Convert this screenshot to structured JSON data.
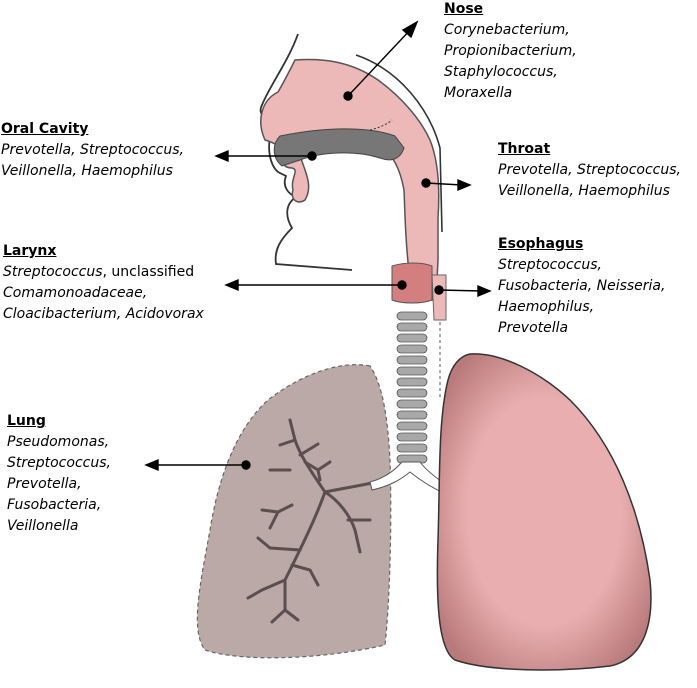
{
  "colors": {
    "upper_airway": "#EDB8B8",
    "outline": "#555555",
    "lung_left": "#BBA9A8",
    "lung_right": "#E9AFB0",
    "larynx": "#D37F80",
    "esophagus_band": "#EDB8B8",
    "trachea_ring": "#A8A8A8",
    "bronchi": "#5A4F4E"
  },
  "regions": {
    "nose": {
      "title": "Nose",
      "lines": [
        [
          {
            "t": "Corynebacterium,",
            "i": true
          }
        ],
        [
          {
            "t": "Propionibacterium,",
            "i": true
          }
        ],
        [
          {
            "t": "Staphylococcus,",
            "i": true
          }
        ],
        [
          {
            "t": "Moraxella",
            "i": true
          }
        ]
      ]
    },
    "oral_cavity": {
      "title": "Oral Cavity",
      "lines": [
        [
          {
            "t": "Prevotella, Streptococcus,",
            "i": true
          }
        ],
        [
          {
            "t": "Veillonella, Haemophilus",
            "i": true
          }
        ]
      ]
    },
    "throat": {
      "title": "Throat",
      "lines": [
        [
          {
            "t": "Prevotella, Streptococcus,",
            "i": true
          }
        ],
        [
          {
            "t": "Veillonella, Haemophilus",
            "i": true
          }
        ]
      ]
    },
    "larynx": {
      "title": "Larynx",
      "lines": [
        [
          {
            "t": "Streptococcus",
            "i": true
          },
          {
            "t": ", unclassified",
            "i": false
          }
        ],
        [
          {
            "t": "Comamonoadaceae,",
            "i": true
          }
        ],
        [
          {
            "t": "Cloacibacterium, Acidovorax",
            "i": true
          }
        ]
      ]
    },
    "esophagus": {
      "title": "Esophagus",
      "lines": [
        [
          {
            "t": "Streptococcus,",
            "i": true
          }
        ],
        [
          {
            "t": "Fusobacteria, Neisseria,",
            "i": true
          }
        ],
        [
          {
            "t": "Haemophilus,",
            "i": true
          }
        ],
        [
          {
            "t": "Prevotella",
            "i": true
          }
        ]
      ]
    },
    "lung": {
      "title": "Lung",
      "lines": [
        [
          {
            "t": "Pseudomonas,",
            "i": true
          }
        ],
        [
          {
            "t": "Streptococcus,",
            "i": true
          }
        ],
        [
          {
            "t": "Prevotella,",
            "i": true
          }
        ],
        [
          {
            "t": "Fusobacteria,",
            "i": true
          }
        ],
        [
          {
            "t": "Veillonella",
            "i": true
          }
        ]
      ]
    }
  }
}
